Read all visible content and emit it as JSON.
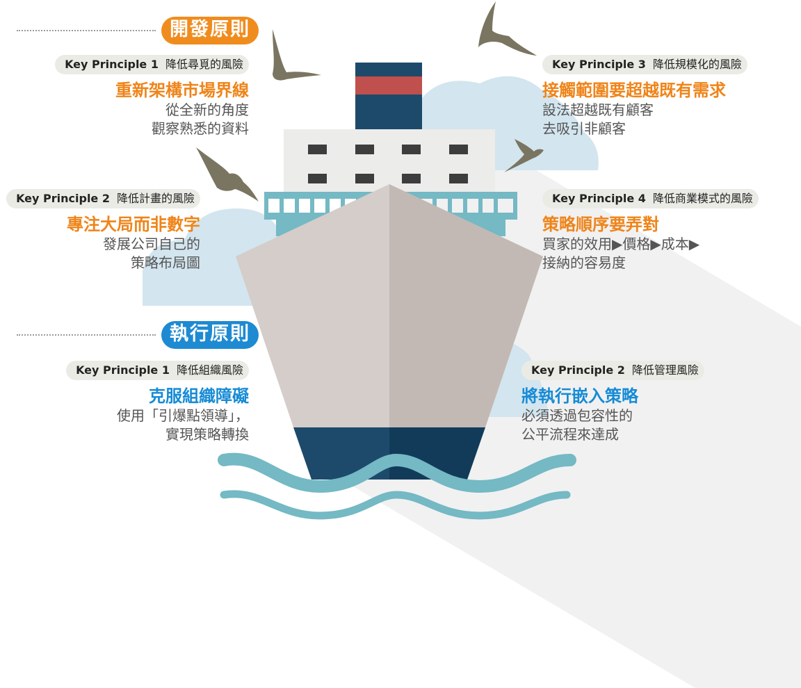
{
  "sections": {
    "development": "開發原則",
    "execution": "執行原則"
  },
  "principles": {
    "dev1": {
      "kp": "Key Principle 1",
      "risk": "降低尋覓的風險",
      "headline": "重新架構市場界線",
      "desc": [
        "從全新的角度",
        "觀察熟悉的資料"
      ]
    },
    "dev2": {
      "kp": "Key Principle 2",
      "risk": "降低計畫的風險",
      "headline": "專注大局而非數字",
      "desc": [
        "發展公司自己的",
        "策略布局圖"
      ]
    },
    "dev3": {
      "kp": "Key Principle 3",
      "risk": "降低規模化的風險",
      "headline": "接觸範圍要超越既有需求",
      "desc": [
        "設法超越既有顧客",
        "去吸引非顧客"
      ]
    },
    "dev4": {
      "kp": "Key Principle 4",
      "risk": "降低商業模式的風險",
      "headline": "策略順序要弄對",
      "desc": [
        "買家的效用▶價格▶成本▶",
        "接納的容易度"
      ]
    },
    "exe1": {
      "kp": "Key Principle 1",
      "risk": "降低組織風險",
      "headline": "克服組織障礙",
      "desc": [
        "使用「引爆點領導」，",
        "實現策略轉換"
      ]
    },
    "exe2": {
      "kp": "Key Principle 2",
      "risk": "降低管理風險",
      "headline": "將執行嵌入策略",
      "desc": [
        "必須透過包容性的",
        "公平流程來達成"
      ]
    }
  },
  "colors": {
    "orange": "#f08c1e",
    "blue": "#1e8ad2",
    "hull_light": "#d4cdca",
    "hull_dark": "#c2b9b5",
    "hull_bottom": "#1d4a6b",
    "waves": "#74b9c4",
    "birds": "#7a7561",
    "funnel_stripe": "#c0504d"
  }
}
